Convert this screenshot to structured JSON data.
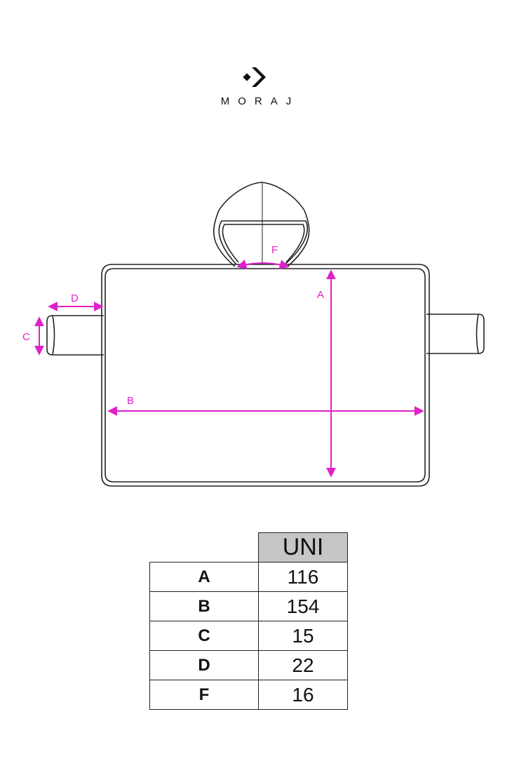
{
  "brand": {
    "name": "MORAJ",
    "logo_icon": "chevron-arrow-logo-icon"
  },
  "diagram": {
    "product": "hooded poncho towel",
    "colors": {
      "outline": "#222222",
      "dimension": "#e020c8"
    },
    "labels": {
      "a": "A",
      "b": "B",
      "c": "C",
      "d": "D",
      "f": "F"
    }
  },
  "size_table": {
    "header": "UNI",
    "rows": [
      {
        "label": "A",
        "value": "116"
      },
      {
        "label": "B",
        "value": "154"
      },
      {
        "label": "C",
        "value": "15"
      },
      {
        "label": "D",
        "value": "22"
      },
      {
        "label": "F",
        "value": "16"
      }
    ]
  }
}
